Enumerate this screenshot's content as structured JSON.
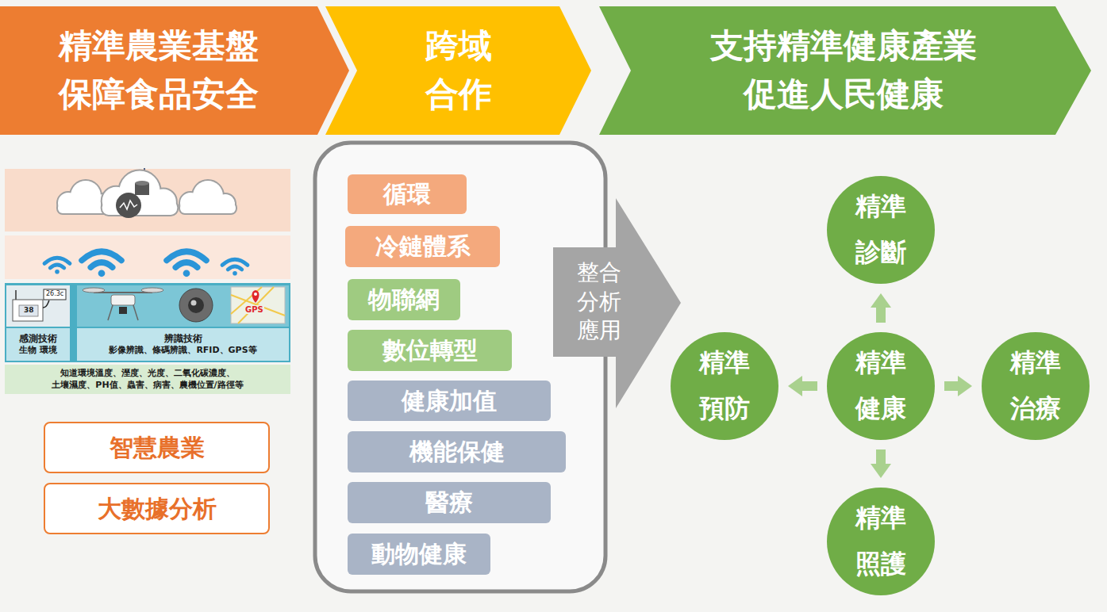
{
  "diagram": {
    "nodes": [
      {
        "text": [
          "精準農業基盤 保障食品安全"
        ]
      },
      {
        "text": [
          "跨域 合作"
        ]
      },
      {
        "text": [
          "支持精準健康產業 促進人民健康"
        ]
      },
      {
        "text": [
          "感測技術",
          "生物 環境"
        ]
      },
      {
        "text": [
          "辨識技術",
          "影像辨識、條碼辨識、RFID、GPS等"
        ]
      },
      {
        "text": [
          "知道環境溫度、溼度、光度、二氧化碳濃度、 土壤濕度、PH值、蟲害、病害、農機位置/路徑等"
        ]
      },
      {
        "text": [
          "智慧農業"
        ]
      },
      {
        "text": [
          "大數據分析"
        ]
      },
      {
        "text": [
          "循環"
        ]
      },
      {
        "text": [
          "冷鏈體系"
        ]
      },
      {
        "text": [
          "物聯網"
        ]
      },
      {
        "text": [
          "數位轉型"
        ]
      },
      {
        "text": [
          "健康加值"
        ]
      },
      {
        "text": [
          "機能保健"
        ]
      },
      {
        "text": [
          "醫療"
        ]
      },
      {
        "text": [
          "動物健康"
        ]
      },
      {
        "text": [
          "整合 分析 應用"
        ]
      },
      {
        "text": [
          "精準 診斷"
        ]
      },
      {
        "text": [
          "精準 預防"
        ]
      },
      {
        "text": [
          "精準 健康"
        ]
      },
      {
        "text": [
          "精準 治療"
        ]
      },
      {
        "text": [
          "精準 照護"
        ]
      }
    ],
    "edges": [
      {
        "from": 19,
        "to": 17,
        "arrow": "to"
      },
      {
        "from": 19,
        "to": 18,
        "arrow": "to"
      },
      {
        "from": 19,
        "to": 20,
        "arrow": "to"
      },
      {
        "from": 19,
        "to": 21,
        "arrow": "to"
      }
    ],
    "labels": [
      "26.3c",
      "38",
      "GPS"
    ]
  }
}
